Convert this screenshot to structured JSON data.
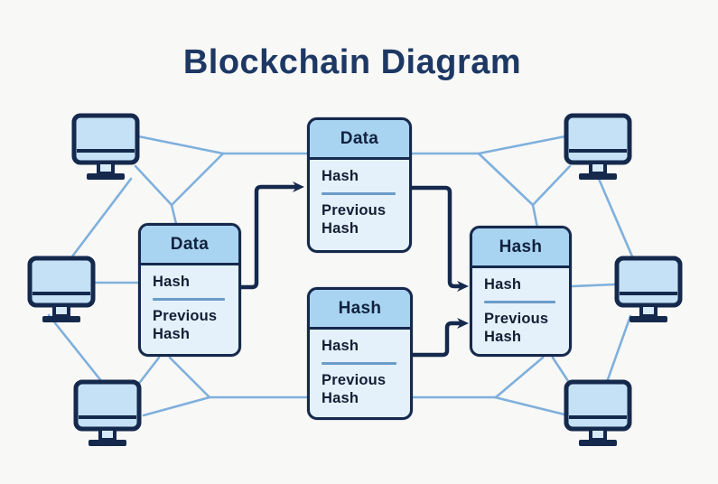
{
  "title": "Blockchain Diagram",
  "colors": {
    "background": "#f8f8f6",
    "title_text": "#1d3864",
    "block_border": "#15294d",
    "block_header_fill": "#a9d4f1",
    "block_body_fill": "#e4f1fb",
    "field_divider": "#6b9cc9",
    "network_line": "#7fb0dd",
    "arrow": "#15294d",
    "monitor_screen_fill": "#c4e1f6"
  },
  "blocks": [
    {
      "id": "left",
      "header": "Data",
      "rows": [
        "Hash",
        "Previous Hash"
      ]
    },
    {
      "id": "top-middle",
      "header": "Data",
      "rows": [
        "Hash",
        "Previous Hash"
      ]
    },
    {
      "id": "bottom-middle",
      "header": "Hash",
      "rows": [
        "Hash",
        "Previous Hash"
      ]
    },
    {
      "id": "right",
      "header": "Hash",
      "rows": [
        "Hash",
        "Previous Hash"
      ]
    }
  ],
  "network": {
    "node_icon": "desktop-computer-icon",
    "node_count": 6,
    "node_positions": [
      "top-left",
      "middle-left",
      "bottom-left",
      "top-right",
      "middle-right",
      "bottom-right"
    ],
    "arrow_count": 3
  }
}
